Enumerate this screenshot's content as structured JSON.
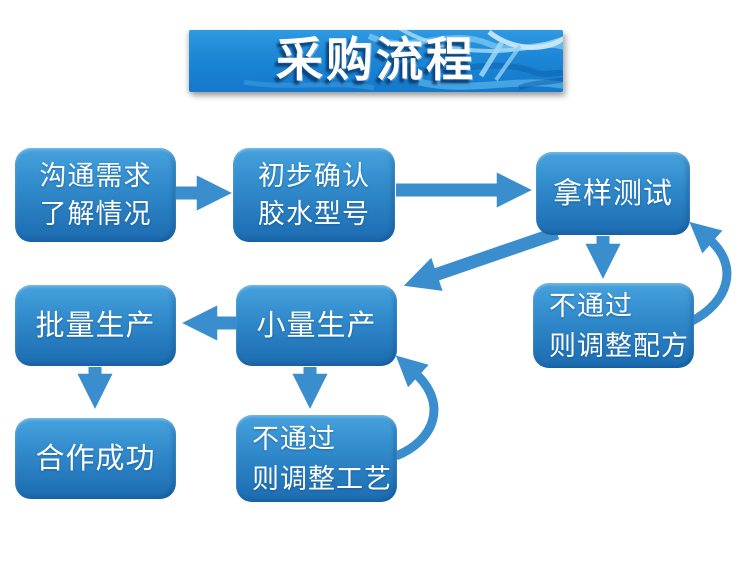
{
  "banner": {
    "title": "采购流程"
  },
  "nodes": {
    "b1": {
      "line1": "沟通需求",
      "line2": "了解情况"
    },
    "b2": {
      "line1": "初步确认",
      "line2": "胶水型号"
    },
    "b3": {
      "line1": "拿样测试"
    },
    "b4": {
      "line1": "不通过",
      "line2": "则调整配方"
    },
    "b5": {
      "line1": "小量生产"
    },
    "b6": {
      "line1": "批量生产"
    },
    "b7": {
      "line1": "合作成功"
    },
    "b8": {
      "line1": "不通过",
      "line2": "则调整工艺"
    }
  },
  "flow_edges": [
    {
      "from": "沟通需求了解情况",
      "to": "初步确认胶水型号"
    },
    {
      "from": "初步确认胶水型号",
      "to": "拿样测试"
    },
    {
      "from": "拿样测试",
      "to": "不通过则调整配方"
    },
    {
      "from": "不通过则调整配方",
      "to": "拿样测试"
    },
    {
      "from": "拿样测试",
      "to": "小量生产"
    },
    {
      "from": "小量生产",
      "to": "批量生产"
    },
    {
      "from": "批量生产",
      "to": "合作成功"
    },
    {
      "from": "小量生产",
      "to": "不通过则调整工艺"
    },
    {
      "from": "不通过则调整工艺",
      "to": "小量生产"
    }
  ],
  "colors": {
    "banner_blue": "#1e88d7",
    "box_gradient_top": "#46a2de",
    "box_gradient_bottom": "#1c6bb0",
    "arrow_blue": "#3a8ecd",
    "title_text": "#ffffff",
    "node_text": "#ffffff"
  }
}
